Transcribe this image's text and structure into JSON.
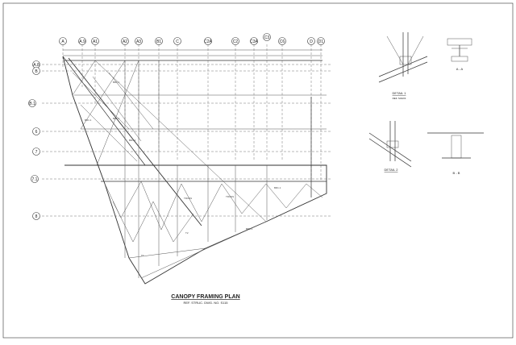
{
  "drawing": {
    "title": "CANOPY FRAMING PLAN",
    "subtitle": "REF. STRUC. DWG. NO. S115"
  },
  "grid_columns": [
    "A",
    "A.9",
    "A1",
    "A2",
    "A3",
    "B1",
    "C",
    "C2A",
    "C2",
    "C3A",
    "C3",
    "C6",
    "D",
    "D1"
  ],
  "grid_rows": [
    "A.8",
    "B",
    "B.1",
    "6",
    "7",
    "7.1",
    "8"
  ],
  "details": {
    "detail1": {
      "title": "DETAIL 1",
      "sub": "REF. S402/4"
    },
    "section_a": {
      "title": "A - A"
    },
    "detail2": {
      "title": "DETAIL 2"
    },
    "section_b": {
      "title": "B - B"
    }
  },
  "member_labels": [
    "BR1.1",
    "BR1.1",
    "BR1.2",
    "BR1.2",
    "TRUSS",
    "TRUSS",
    "T1",
    "T2",
    "BR1.1",
    "BR1.1"
  ]
}
